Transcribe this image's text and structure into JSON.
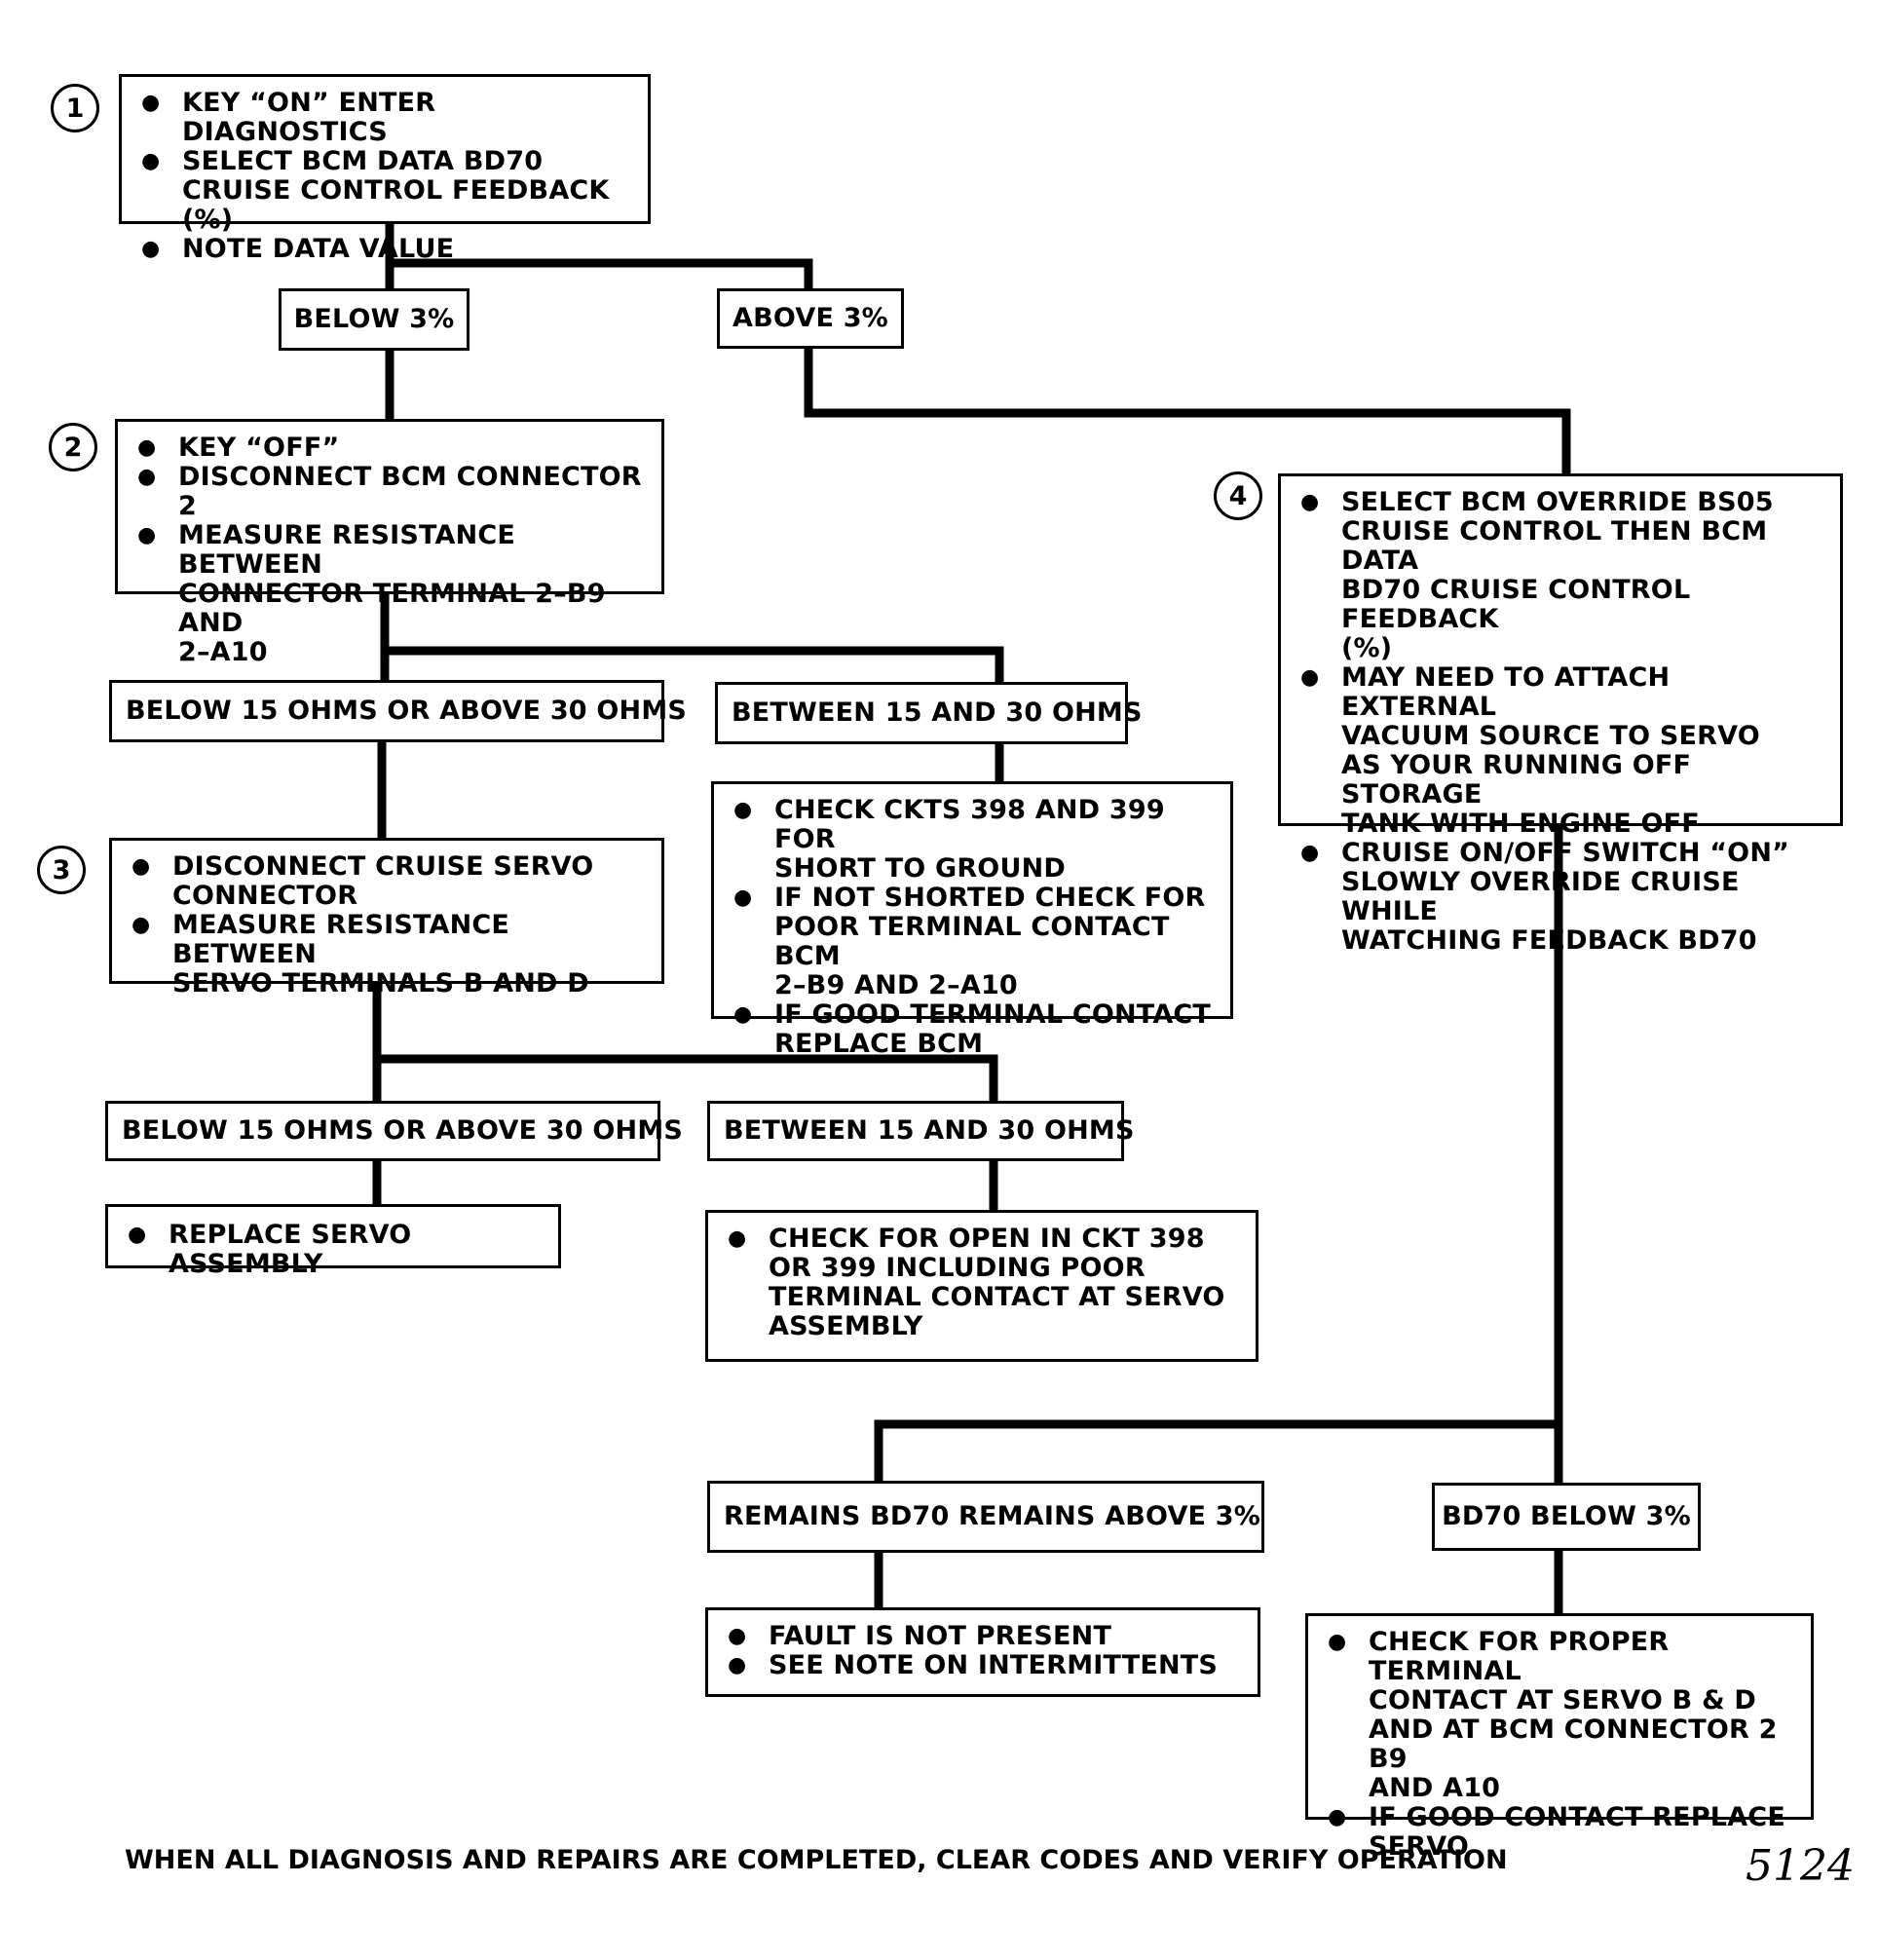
{
  "steps": {
    "s1": {
      "number": "1",
      "items": [
        "KEY “ON” ENTER DIAGNOSTICS",
        "SELECT BCM DATA BD70\nCRUISE CONTROL FEEDBACK (%)",
        "NOTE DATA VALUE"
      ]
    },
    "s2": {
      "number": "2",
      "items": [
        "KEY “OFF”",
        "DISCONNECT BCM CONNECTOR 2",
        "MEASURE RESISTANCE BETWEEN\nCONNECTOR TERMINAL 2–B9 AND\n2–A10"
      ]
    },
    "s3": {
      "number": "3",
      "items": [
        "DISCONNECT CRUISE SERVO\nCONNECTOR",
        "MEASURE RESISTANCE BETWEEN\nSERVO TERMINALS B AND D"
      ]
    },
    "s4": {
      "number": "4",
      "items": [
        "SELECT BCM OVERRIDE BS05\nCRUISE CONTROL THEN BCM DATA\nBD70 CRUISE CONTROL FEEDBACK\n(%)",
        "MAY NEED TO ATTACH EXTERNAL\nVACUUM SOURCE TO SERVO\nAS YOUR RUNNING OFF STORAGE\nTANK WITH ENGINE OFF",
        "CRUISE ON/OFF SWITCH “ON”\nSLOWLY OVERRIDE CRUISE WHILE\nWATCHING FEEDBACK BD70"
      ]
    }
  },
  "branches": {
    "b1_below": "BELOW 3%",
    "b1_above": "ABOVE 3%",
    "b2_out": "BELOW 15 OHMS OR ABOVE 30 OHMS",
    "b2_in": "BETWEEN 15 AND 30 OHMS",
    "b3_out": "BELOW 15 OHMS OR ABOVE 30 OHMS",
    "b3_in": "BETWEEN 15 AND 30 OHMS",
    "b4_remains": "REMAINS BD70 REMAINS ABOVE 3%",
    "b4_below": "BD70 BELOW 3%"
  },
  "results": {
    "r2_check": [
      "CHECK CKTS 398 AND 399 FOR\nSHORT TO GROUND",
      "IF NOT SHORTED CHECK FOR\nPOOR TERMINAL CONTACT BCM\n2–B9 AND 2–A10",
      "IF GOOD TERMINAL CONTACT\nREPLACE BCM"
    ],
    "r3_replace": [
      "REPLACE SERVO ASSEMBLY"
    ],
    "r3_open": [
      "CHECK FOR OPEN IN CKT 398\nOR 399 INCLUDING POOR\nTERMINAL CONTACT AT SERVO\nASSEMBLY"
    ],
    "r4_fault": [
      "FAULT IS NOT PRESENT",
      "SEE NOTE ON INTERMITTENTS"
    ],
    "r4_contact": [
      "CHECK FOR PROPER TERMINAL\nCONTACT AT SERVO B & D\nAND AT BCM CONNECTOR 2 B9\nAND A10",
      "IF GOOD CONTACT REPLACE\nSERVO"
    ]
  },
  "footer": {
    "note": "WHEN ALL DIAGNOSIS AND REPAIRS ARE COMPLETED, CLEAR CODES AND VERIFY OPERATION",
    "figure_number": "5124"
  }
}
